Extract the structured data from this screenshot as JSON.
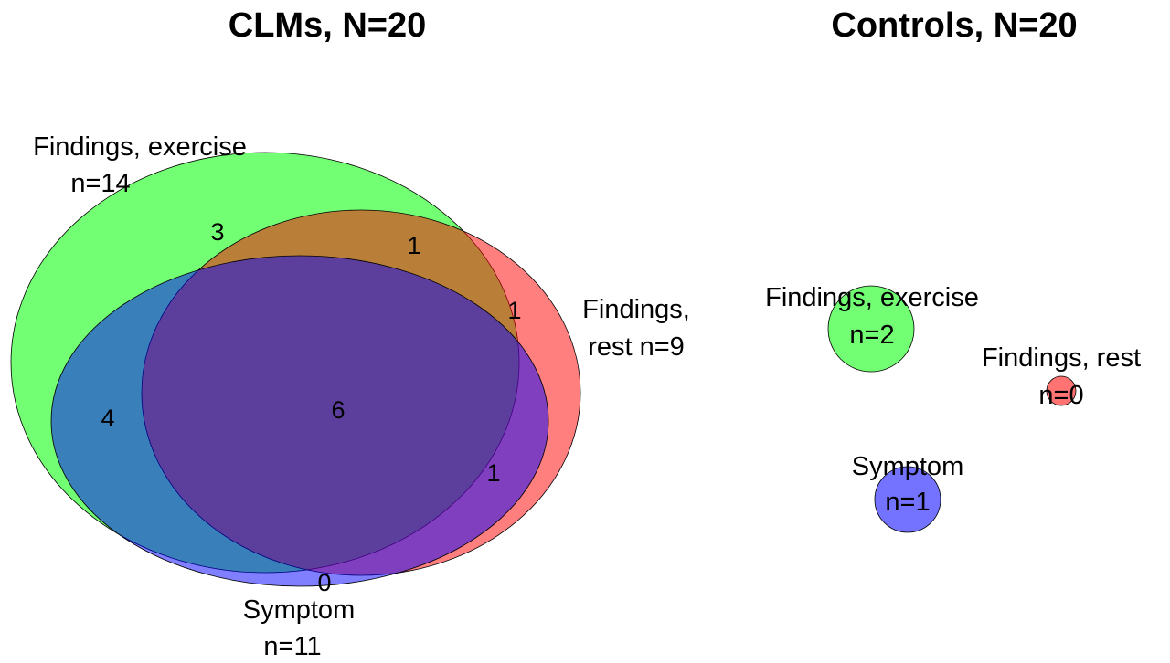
{
  "panels": [
    {
      "title": "CLMs, N=20",
      "sets": [
        {
          "label_line1": "Findings, exercise",
          "label_line2": "n=14",
          "color": "#00ff00"
        },
        {
          "label_line1": "Findings,",
          "label_line2": "rest n=9",
          "color": "#ff0000"
        },
        {
          "label_line1": "Symptom",
          "label_line2": "n=11",
          "color": "#0000ff"
        }
      ],
      "region_counts": {
        "exercise_only": "3",
        "exercise_rest": "1",
        "rest_only": "1",
        "exercise_symptom": "4",
        "all_three": "6",
        "rest_symptom": "1",
        "symptom_only": "0"
      }
    },
    {
      "title": "Controls, N=20",
      "sets": [
        {
          "label_line1": "Findings, exercise",
          "label_line2": "n=2",
          "color": "#00ff00"
        },
        {
          "label_line1": "Findings, rest",
          "label_line2": "n=0",
          "color": "#ff0000"
        },
        {
          "label_line1": "Symptom",
          "label_line2": "n=1",
          "color": "#0000ff"
        }
      ]
    }
  ]
}
